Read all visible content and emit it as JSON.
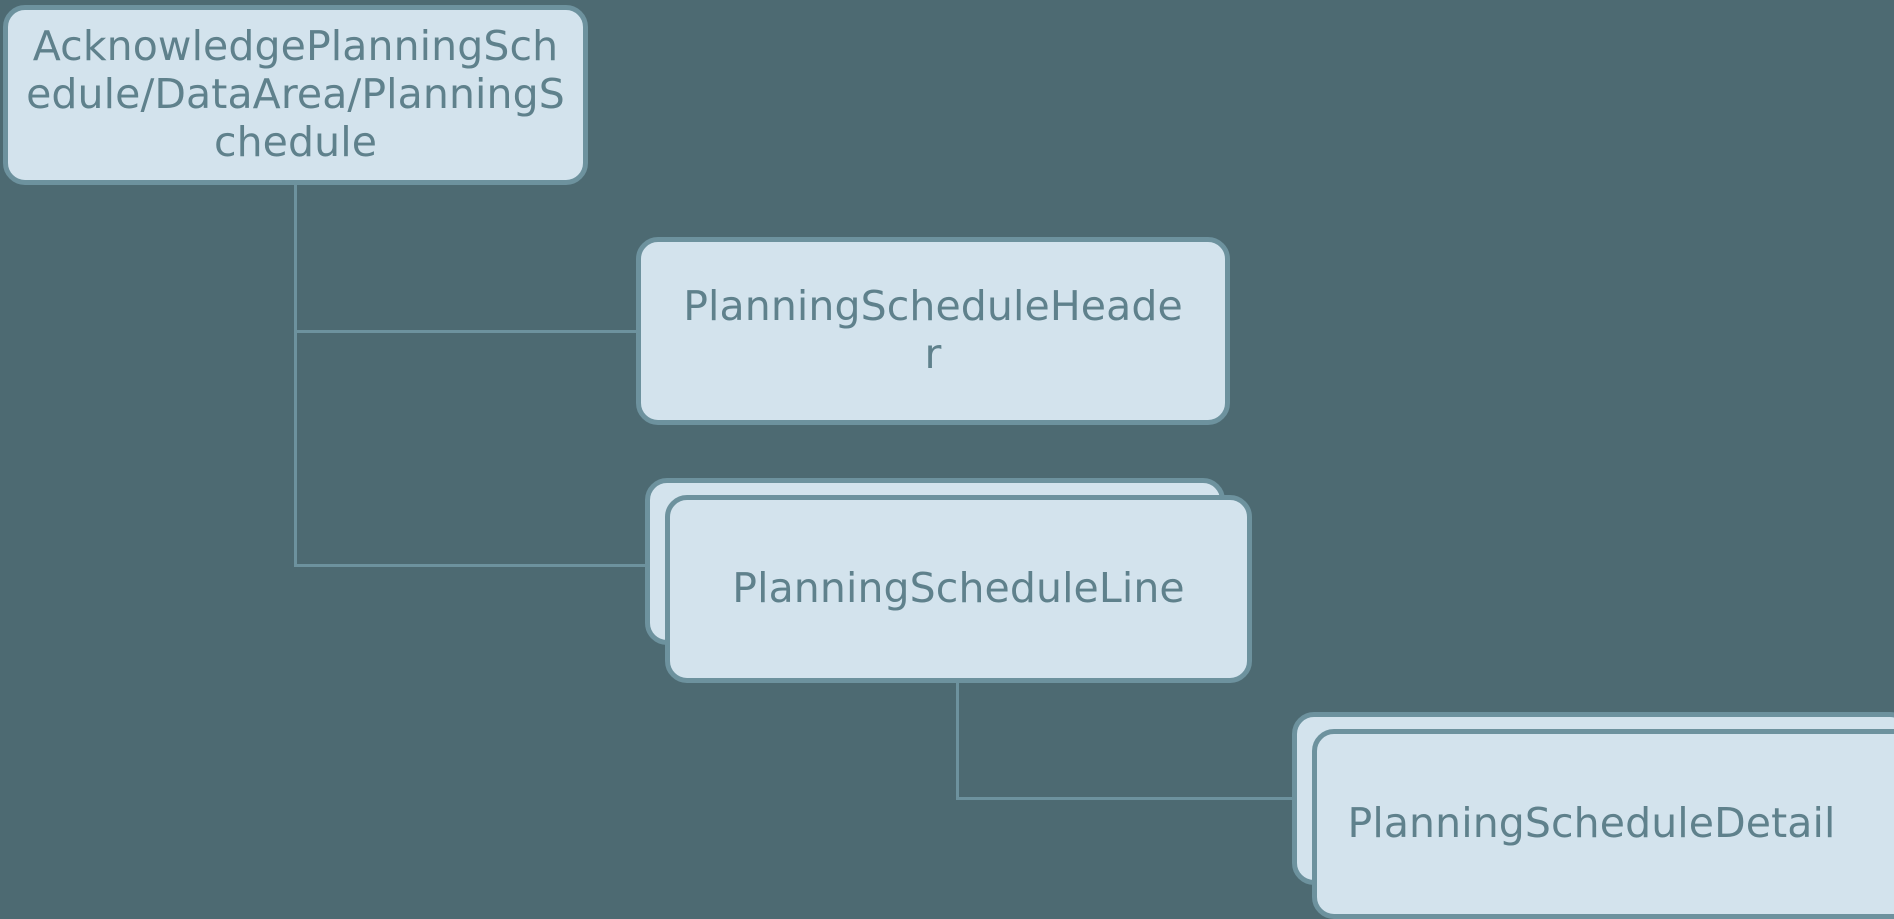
{
  "diagram": {
    "type": "hierarchy-tree",
    "background_color": "#4d6a72",
    "node_fill_color": "#d3e3ed",
    "node_border_color": "#6d929e",
    "node_text_color": "#5f818c",
    "connector_color": "#6d929e"
  },
  "nodes": {
    "root": {
      "label": "AcknowledgePlanningSchedule/DataArea/PlanningSchedule",
      "repeating": false
    },
    "header": {
      "label": "PlanningScheduleHeader",
      "repeating": false
    },
    "line": {
      "label": "PlanningScheduleLine",
      "repeating": true
    },
    "detail": {
      "label": "PlanningScheduleDetail",
      "repeating": true
    }
  },
  "edges": [
    {
      "from": "root",
      "to": "header"
    },
    {
      "from": "root",
      "to": "line"
    },
    {
      "from": "line",
      "to": "detail"
    }
  ]
}
